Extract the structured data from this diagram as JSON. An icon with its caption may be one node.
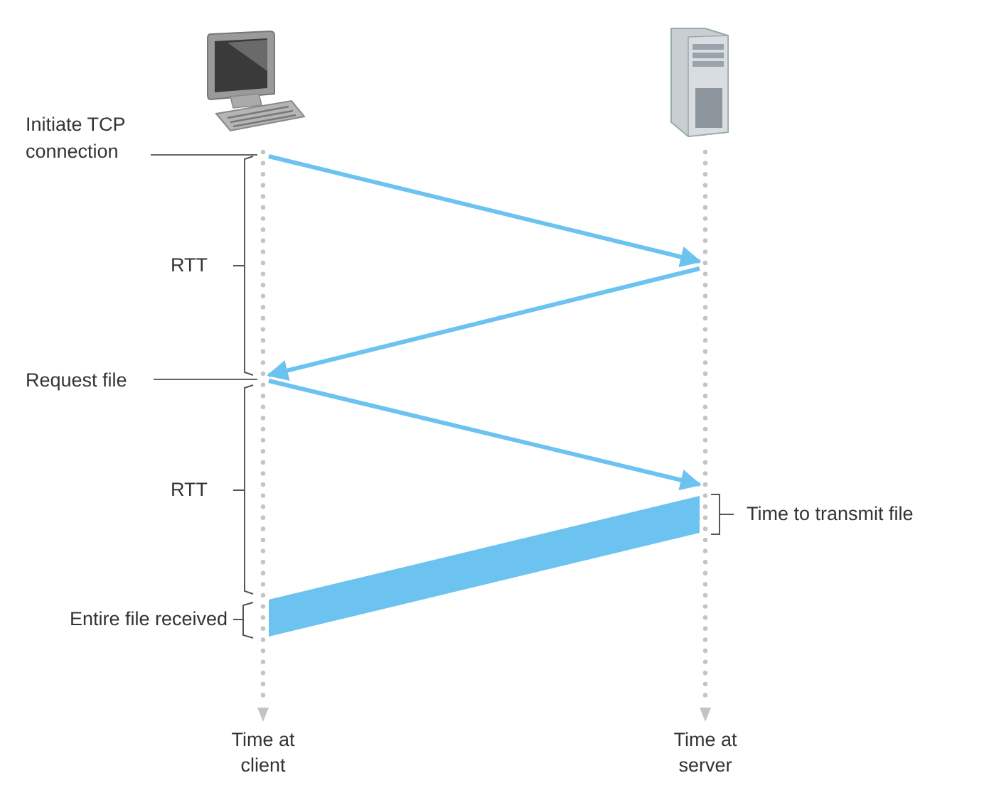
{
  "diagram": {
    "nodes": [
      {
        "text": [
          "Initiate TCP connection"
        ]
      },
      {
        "text": [
          "Request file"
        ]
      },
      {
        "text": [],
        "shape": "line",
        "beside": [
          "Time at client"
        ]
      },
      {
        "text": [],
        "shape": "line",
        "beside": [
          "Time at server"
        ]
      }
    ],
    "edges": [
      {
        "from": 0,
        "to": 2,
        "arrow": "none",
        "color": "#666666"
      },
      {
        "from": 1,
        "to": 2,
        "arrow": "none",
        "color": "#666666"
      },
      {
        "from": 2,
        "to": 3,
        "arrow": "to"
      },
      {
        "from": 3,
        "to": 2,
        "arrow": "to"
      },
      {
        "from": 2,
        "to": 3,
        "arrow": "to"
      },
      {
        "from": 3,
        "to": 2,
        "arrow": "none",
        "style": "thick"
      }
    ],
    "labels": [
      "RTT",
      "RTT",
      "Time to transmit file",
      "Entire file received"
    ]
  }
}
